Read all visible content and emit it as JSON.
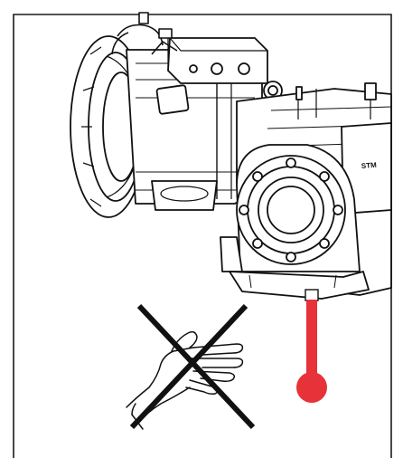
{
  "illustration": {
    "machine_icon": "electric-motor-with-gearbox",
    "prohibition_icon": "x-over-hand",
    "thermometer_icon": "hot-surface-thermometer",
    "gearbox_logo_text": "STM",
    "colors": {
      "frame": "#1a1a1a",
      "line": "#111111",
      "thermometer_red": "#e63238",
      "background": "#ffffff"
    }
  }
}
